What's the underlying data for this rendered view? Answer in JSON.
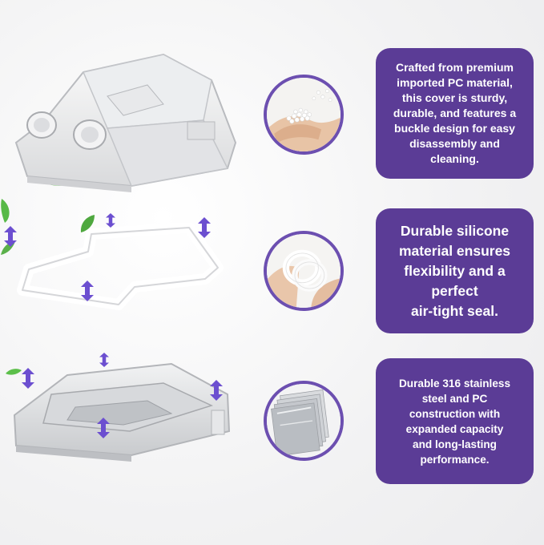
{
  "features": [
    {
      "text": "Crafted from premium\nimported PC material,\nthis cover is sturdy,\ndurable, and features a\nbuckle design for easy\ndisassembly and\ncleaning.",
      "icon": "pc-pellets-icon"
    },
    {
      "text": "Durable silicone\nmaterial ensures\nflexibility and a\nperfect\nair-tight seal.",
      "icon": "silicone-ring-icon"
    },
    {
      "text": "Durable 316 stainless\nsteel and PC\nconstruction with\nexpanded capacity\nand long-lasting\nperformance.",
      "icon": "steel-sheets-icon"
    }
  ],
  "colors": {
    "panel": "#5b3c96",
    "ring": "#6c4fb0",
    "arrow": "#6c4fd0",
    "leaf": "#4caf50"
  }
}
